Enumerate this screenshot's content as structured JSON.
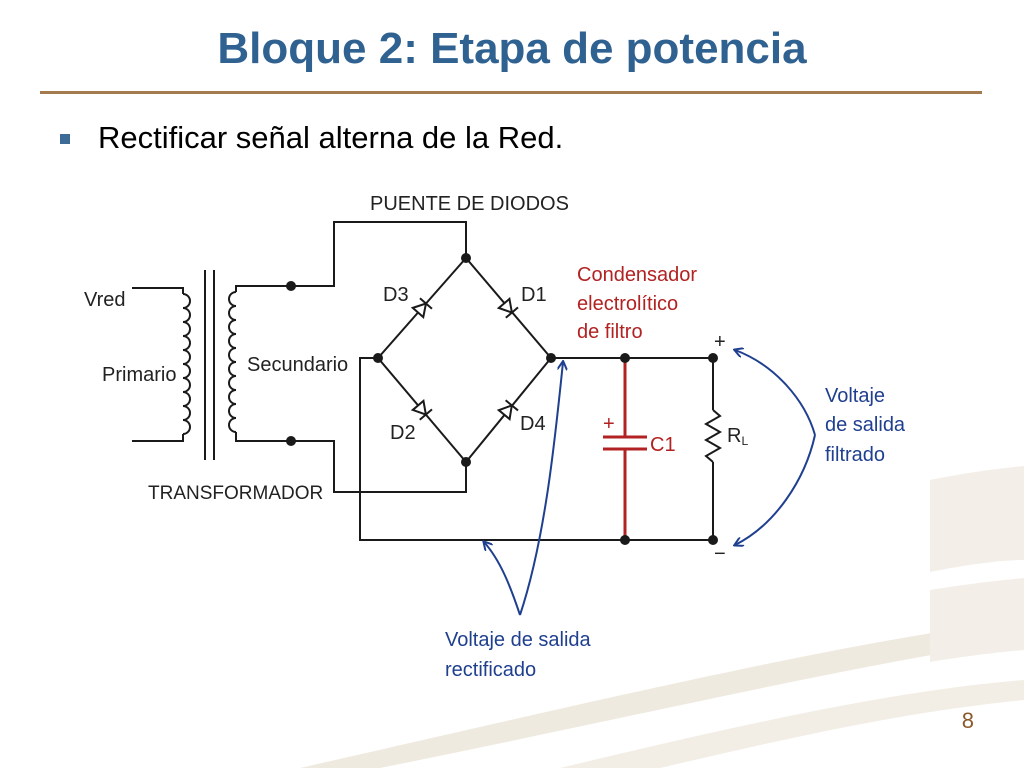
{
  "slide": {
    "title": "Bloque 2: Etapa de potencia",
    "bullet": "Rectificar señal alterna de la Red.",
    "page_number": "8"
  },
  "colors": {
    "title": "#2F6191",
    "rule": "#A47B4F",
    "wire": "#1a1a1a",
    "capacitor": "#B22222",
    "annotation": "#1F3F8F",
    "page_number": "#8A5A2B"
  },
  "diagram": {
    "labels": {
      "bridge": "PUENTE DE DIODOS",
      "vred": "Vred",
      "primary": "Primario",
      "secondary": "Secundario",
      "transformer": "TRANSFORMADOR",
      "d1": "D1",
      "d2": "D2",
      "d3": "D3",
      "d4": "D4",
      "capacitor_line1": "Condensador",
      "capacitor_line2": "electrolítico",
      "capacitor_line3": "de filtro",
      "c1": "C1",
      "cap_plus": "+",
      "rl_main": "R",
      "rl_sub": "L",
      "plus": "+",
      "minus": "−",
      "filtered_line1": "Voltaje",
      "filtered_line2": "de salida",
      "filtered_line3": "filtrado",
      "rectified_line1": "Voltaje de salida",
      "rectified_line2": "rectificado"
    }
  }
}
